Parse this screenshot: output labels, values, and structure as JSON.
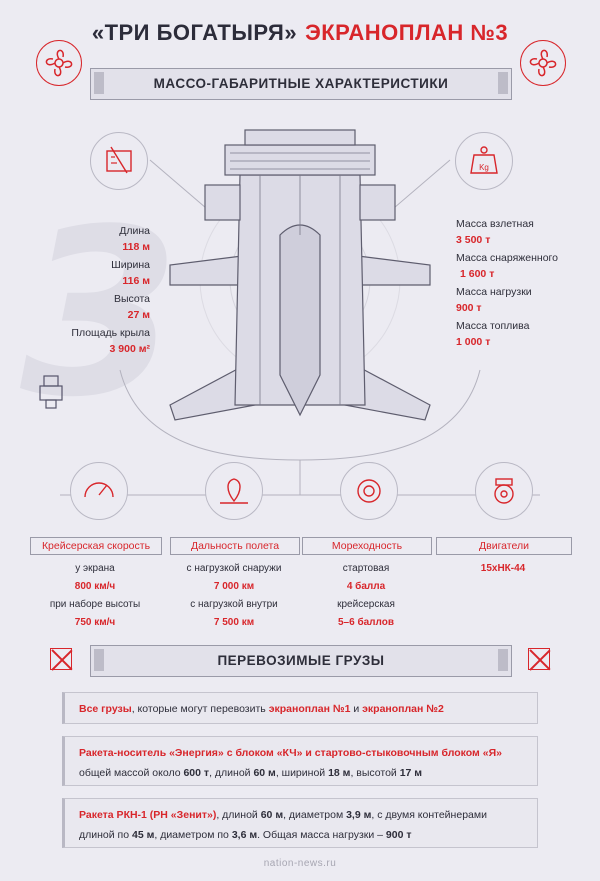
{
  "title": {
    "left": "«ТРИ БОГАТЫРЯ»",
    "right": "ЭКРАНОПЛАН №3"
  },
  "section1": "МАССО-ГАБАРИТНЫЕ ХАРАКТЕРИСТИКИ",
  "big_number": "3",
  "dimensions": [
    {
      "label": "Длина",
      "value": "118 м"
    },
    {
      "label": "Ширина",
      "value": "116 м"
    },
    {
      "label": "Высота",
      "value": "27 м"
    },
    {
      "label": "Площадь крыла",
      "value": "3 900 м²"
    }
  ],
  "masses": [
    {
      "label": "Масса взлетная",
      "value": "3 500 т"
    },
    {
      "label": "Масса снаряженного",
      "value": "1 600 т"
    },
    {
      "label": "Масса нагрузки",
      "value": "900 т"
    },
    {
      "label": "Масса топлива",
      "value": "1 000 т"
    }
  ],
  "kg_label": "Kg",
  "tabs": [
    {
      "label": "Крейсерская скорость",
      "lines": [
        {
          "text": "у экрана",
          "red": false
        },
        {
          "text": "800 км/ч",
          "red": true
        },
        {
          "text": "при наборе высоты",
          "red": false
        },
        {
          "text": "750 км/ч",
          "red": true
        }
      ]
    },
    {
      "label": "Дальность полета",
      "lines": [
        {
          "text": "с нагрузкой снаружи",
          "red": false
        },
        {
          "text": "7 000 км",
          "red": true
        },
        {
          "text": "с нагрузкой внутри",
          "red": false
        },
        {
          "text": "7 500 км",
          "red": true
        }
      ]
    },
    {
      "label": "Мореходность",
      "lines": [
        {
          "text": "стартовая",
          "red": false
        },
        {
          "text": "4 балла",
          "red": true
        },
        {
          "text": "крейсерская",
          "red": false
        },
        {
          "text": "5–6 баллов",
          "red": true
        }
      ]
    },
    {
      "label": "Двигатели",
      "lines": [
        {
          "text": "15хНК-44",
          "red": true
        }
      ]
    }
  ],
  "section2": "ПЕРЕВОЗИМЫЕ ГРУЗЫ",
  "cargo": {
    "c1": {
      "a": "Все грузы",
      "b": ", которые могут перевозить ",
      "c": "экраноплан №1",
      "d": " и ",
      "e": "экраноплан №2"
    },
    "c2": {
      "l1": "Ракета-носитель «Энергия» с блоком «КЧ» и стартово-стыковочным блоком «Я»",
      "l2a": "общей массой около ",
      "l2b": "600 т",
      "l2c": ", длиной ",
      "l2d": "60 м",
      "l2e": ", шириной ",
      "l2f": "18 м",
      "l2g": ", высотой ",
      "l2h": "17 м"
    },
    "c3": {
      "l1a": "Ракета РКН-1 (РН «Зенит»)",
      "l1b": ", длиной ",
      "l1c": "60 м",
      "l1d": ", диаметром ",
      "l1e": "3,9 м",
      "l1f": ", с двумя контейнерами",
      "l2a": "длиной по ",
      "l2b": "45 м",
      "l2c": ", диаметром по ",
      "l2d": "3,6 м",
      "l2e": ". Общая масса нагрузки – ",
      "l2f": "900 т"
    }
  },
  "footer": "nation-news.ru",
  "colors": {
    "accent": "#d8262b",
    "background": "#ecebf2",
    "text": "#2e2e3a"
  }
}
